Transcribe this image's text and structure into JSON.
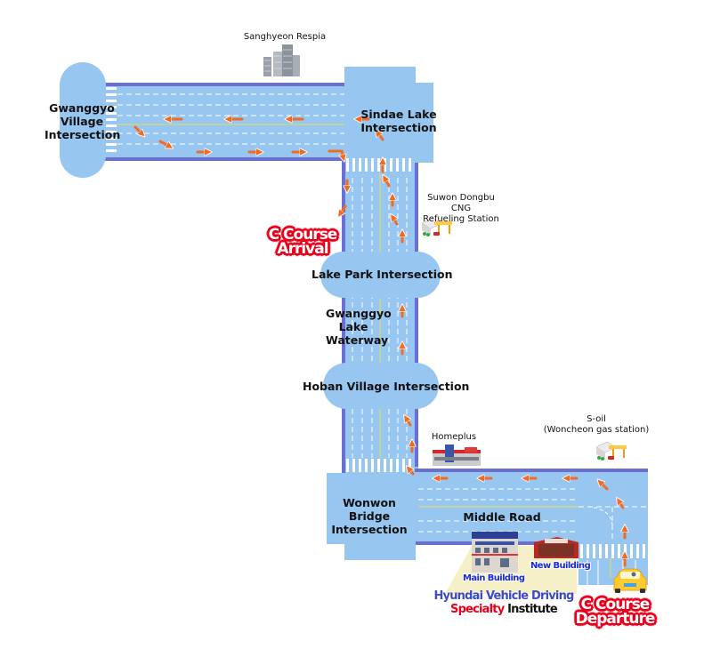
{
  "map": {
    "colors": {
      "road": "#97c6f1",
      "road_border": "#6b6fd1",
      "center_line": "#e8d94a",
      "lane_dash": "#ffffff",
      "arrow": "#f26b22",
      "course_label": "#e8001c",
      "building_label": "#1a2ad6",
      "institute_highlight": "#e8001c",
      "campus_ground": "#f6f0c8",
      "car": "#ffcb2e"
    },
    "intersections": [
      {
        "id": "gwanggyo-village",
        "label": "Gwanggyo\nVillage\nIntersection"
      },
      {
        "id": "sindae-lake",
        "label": "Sindae Lake\nIntersection"
      },
      {
        "id": "lake-park",
        "label": "Lake Park Intersection"
      },
      {
        "id": "hoban-village",
        "label": "Hoban Village Intersection"
      },
      {
        "id": "wonwon-bridge",
        "label": "Wonwon Bridge\nIntersection"
      }
    ],
    "roads": [
      {
        "id": "gwanggyo-lake-waterway",
        "label": "Gwanggyo\nLake\nWaterway"
      },
      {
        "id": "middle-road",
        "label": "Middle Road"
      }
    ],
    "landmarks": [
      {
        "id": "sanghyeon-respia",
        "label": "Sanghyeon Respia",
        "icon": "apartment-buildings-icon"
      },
      {
        "id": "suwon-dongbu-cng",
        "label": "Suwon Dongbu CNG\nRefueling Station",
        "icon": "gas-station-icon"
      },
      {
        "id": "homeplus",
        "label": "Homeplus",
        "icon": "store-building-icon"
      },
      {
        "id": "s-oil",
        "label": "S-oil\n(Woncheon gas station)",
        "icon": "gas-station-icon"
      }
    ],
    "course": {
      "arrival": "C Course\nArrival",
      "departure": "C Course\nDeparture"
    },
    "institute": {
      "main_building": "Main Building",
      "new_building": "New Building",
      "name_line1": "Hyundai Vehicle Driving",
      "name_line2_highlight": "Specialty",
      "name_line2_rest": "Institute"
    }
  }
}
